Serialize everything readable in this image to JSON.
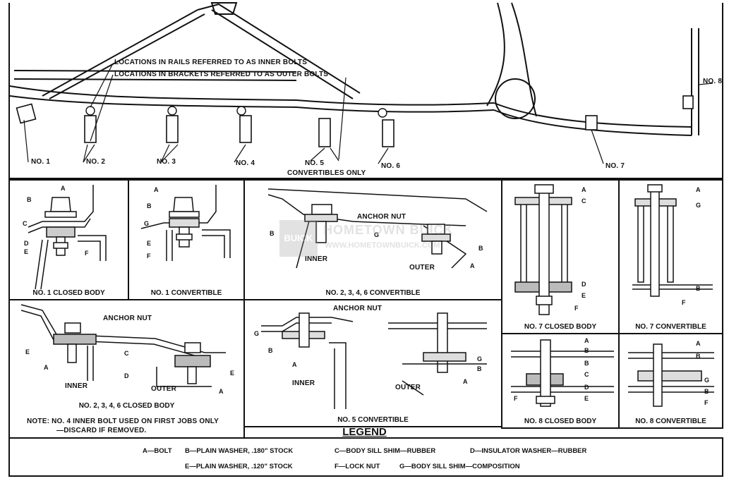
{
  "overview": {
    "inner_note": "LOCATIONS IN RAILS REFERRED TO AS INNER BOLTS",
    "outer_note": "LOCATIONS IN BRACKETS REFERRED TO AS OUTER BOLTS",
    "locations": [
      "NO. 1",
      "NO. 2",
      "NO. 3",
      "NO. 4",
      "NO. 5",
      "NO. 6",
      "NO. 7",
      "NO. 8"
    ],
    "convertibles_only": "CONVERTIBLES ONLY"
  },
  "panels": {
    "p1": "NO. 1 CLOSED BODY",
    "p2": "NO. 1 CONVERTIBLE",
    "p3": "NO. 2, 3, 4, 6 CONVERTIBLE",
    "p4": "NO. 7 CLOSED BODY",
    "p5": "NO. 7 CONVERTIBLE",
    "p6": "NO. 2, 3, 4, 6 CLOSED BODY",
    "p7": "NO. 5 CONVERTIBLE",
    "p8": "NO. 8 CLOSED BODY",
    "p9": "NO. 8 CONVERTIBLE"
  },
  "callouts": {
    "anchor_nut": "ANCHOR NUT",
    "inner": "INNER",
    "outer": "OUTER",
    "letters": [
      "A",
      "B",
      "C",
      "D",
      "E",
      "F",
      "G"
    ]
  },
  "note": {
    "line1": "NOTE: NO. 4 INNER BOLT USED ON FIRST JOBS ONLY",
    "line2": "—DISCARD IF REMOVED."
  },
  "legend": {
    "title": "LEGEND",
    "a": "A—BOLT",
    "b": "B—PLAIN WASHER, .180\" STOCK",
    "c": "C—BODY SILL SHIM—RUBBER",
    "d": "D—INSULATOR WASHER—RUBBER",
    "e": "E—PLAIN WASHER, .120\" STOCK",
    "f": "F—LOCK NUT",
    "g": "G—BODY SILL SHIM—COMPOSITION"
  },
  "watermark": {
    "brand": "BUICK",
    "name": "HOMETOWN BUICK",
    "url": "WWW.HOMETOWNBUICK.COM"
  }
}
